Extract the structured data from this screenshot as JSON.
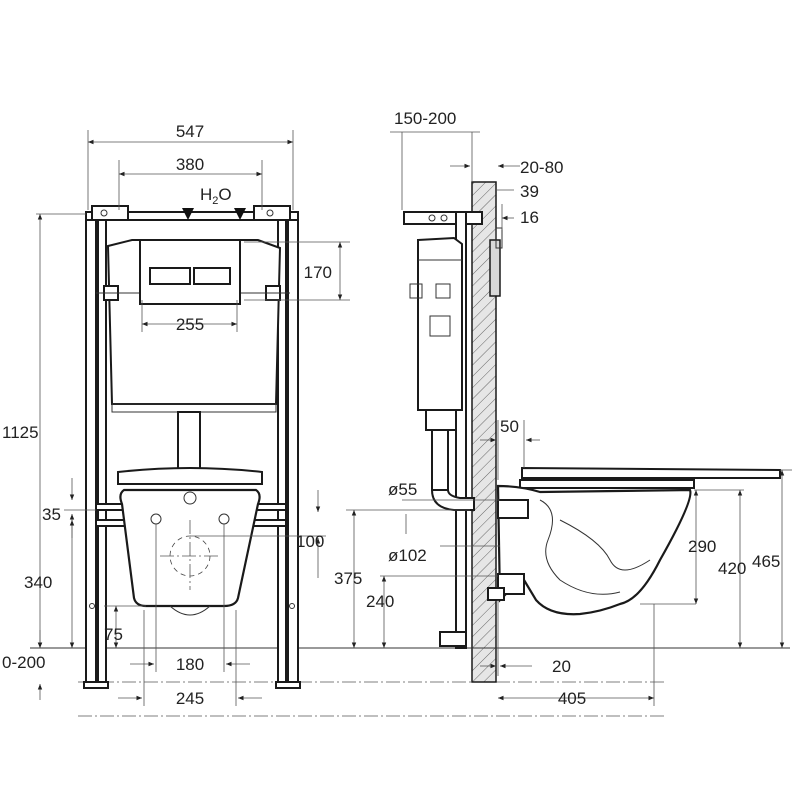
{
  "front_view": {
    "dims": {
      "width_547": "547",
      "width_380": "380",
      "water_label": "H",
      "water_sub": "2",
      "water_o": "O",
      "h_170": "170",
      "w_255": "255",
      "h_1125": "1125",
      "h_35": "35",
      "h_100": "100",
      "h_340": "340",
      "h_75": "75",
      "h_0_200": "0-200",
      "w_180": "180",
      "w_245": "245"
    }
  },
  "side_view": {
    "dims": {
      "d_150_200": "150-200",
      "d_20_80": "20-80",
      "d_39": "39",
      "d_16": "16",
      "d_50": "50",
      "dia_55": "ø55",
      "h_375": "375",
      "dia_102": "ø102",
      "h_240": "240",
      "h_290": "290",
      "h_420": "420",
      "h_465": "465",
      "d_20": "20",
      "d_405": "405"
    }
  }
}
